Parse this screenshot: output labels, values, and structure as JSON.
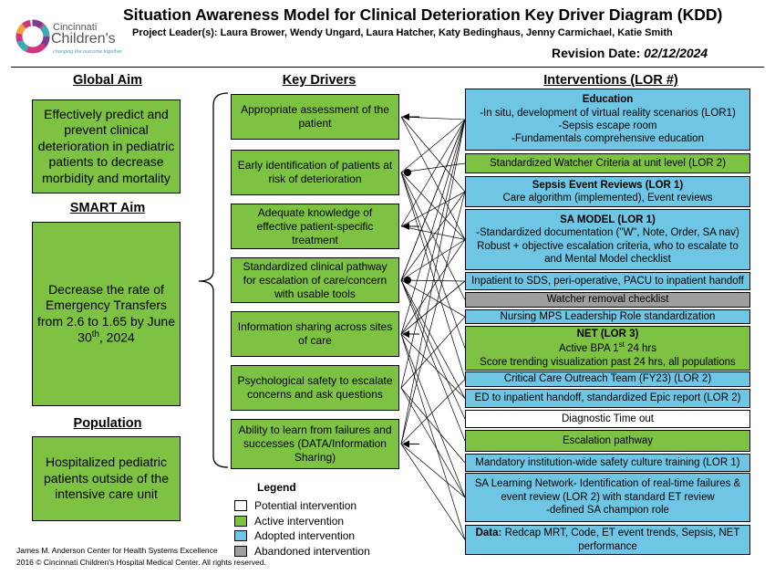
{
  "header": {
    "title": "Situation Awareness Model for Clinical Deterioration Key Driver Diagram (KDD)",
    "leaders": "Project Leader(s): Laura Brower, Wendy Ungard, Laura Hatcher, Katy Bedinghaus, Jenny Carmichael, Katie Smith",
    "revision_label": "Revision Date:",
    "revision_date": "02/12/2024"
  },
  "logo": {
    "line1": "Cincinnati",
    "line2": "Children's",
    "tagline": "changing the outcome together"
  },
  "columns": {
    "global_aim": "Global Aim",
    "key_drivers": "Key Drivers",
    "interventions": "Interventions (LOR #)",
    "smart_aim": "SMART Aim",
    "population": "Population"
  },
  "aims": {
    "global": "Effectively predict and prevent clinical deterioration in pediatric patients to decrease morbidity and mortality",
    "smart": "Decrease the rate of Emergency Transfers from 2.6 to 1.65 by June 30th, 2024",
    "population": "Hospitalized pediatric patients outside of the intensive care unit"
  },
  "drivers": [
    "Appropriate assessment of the patient",
    "Early identification of patients at risk of deterioration",
    "Adequate knowledge of effective patient-specific treatment",
    "Standardized clinical pathway for escalation of care/concern with usable tools",
    "Information sharing across sites of care",
    "Psychological safety to escalate concerns and ask questions",
    "Ability to learn from failures and successes (DATA/Information Sharing)"
  ],
  "interventions": [
    {
      "status": "adopted",
      "title": "Education",
      "lines": [
        "-In situ, development of virtual reality scenarios (LOR1)",
        "-Sepsis escape room",
        "-Fundamentals comprehensive education"
      ]
    },
    {
      "status": "active",
      "title": "",
      "lines": [
        "Standardized Watcher Criteria at unit level (LOR 2)"
      ]
    },
    {
      "status": "adopted",
      "title": "Sepsis Event Reviews (LOR 1)",
      "lines": [
        "Care algorithm (implemented), Event reviews"
      ]
    },
    {
      "status": "adopted",
      "title": "SA MODEL (LOR 1)",
      "lines": [
        "-Standardized documentation (\"W\", Note, Order, SA nav)",
        "Robust + objective escalation criteria, who to escalate to",
        "and Mental Model checklist"
      ]
    },
    {
      "status": "adopted",
      "title": "",
      "lines": [
        "Inpatient to SDS, peri-operative, PACU to inpatient handoff"
      ]
    },
    {
      "status": "abandoned",
      "title": "",
      "lines": [
        "Watcher removal checklist"
      ]
    },
    {
      "status": "adopted",
      "title": "",
      "lines": [
        "Nursing MPS Leadership Role standardization"
      ]
    },
    {
      "status": "active",
      "title": "NET (LOR 3)",
      "lines": [
        "Active BPA 1st 24 hrs",
        "Score trending visualization past 24 hrs, all populations"
      ]
    },
    {
      "status": "adopted",
      "title": "",
      "lines": [
        "Critical Care Outreach Team (FY23) (LOR 2)"
      ]
    },
    {
      "status": "adopted",
      "title": "",
      "lines": [
        "ED to inpatient handoff, standardized Epic report (LOR 2)"
      ]
    },
    {
      "status": "potential",
      "title": "",
      "lines": [
        "Diagnostic Time out"
      ]
    },
    {
      "status": "active",
      "title": "",
      "lines": [
        "Escalation pathway"
      ]
    },
    {
      "status": "adopted",
      "title": "",
      "lines": [
        "Mandatory institution-wide safety culture training (LOR 1)"
      ]
    },
    {
      "status": "adopted",
      "title": "",
      "lines": [
        "SA Learning Network- Identification of real-time failures &",
        "event review (LOR 2) with standard ET review",
        "-defined SA champion role"
      ]
    },
    {
      "status": "adopted",
      "title": "Data:",
      "lines": [
        "Redcap MRT, Code, ET event trends, Sepsis, NET performance"
      ]
    }
  ],
  "legend": {
    "title": "Legend",
    "items": [
      {
        "label": "Potential intervention",
        "color": "#ffffff"
      },
      {
        "label": "Active intervention",
        "color": "#7dc242"
      },
      {
        "label": "Adopted intervention",
        "color": "#6ec6e4"
      },
      {
        "label": "Abandoned intervention",
        "color": "#9e9e9e"
      }
    ]
  },
  "footer": {
    "line1": "James M. Anderson Center for Health Systems Excellence",
    "line2": "2016 © Cincinnati Children's Hospital Medical Center. All rights reserved."
  },
  "colors": {
    "active": "#7dc242",
    "adopted": "#6ec6e4",
    "abandoned": "#9e9e9e",
    "potential": "#ffffff"
  }
}
